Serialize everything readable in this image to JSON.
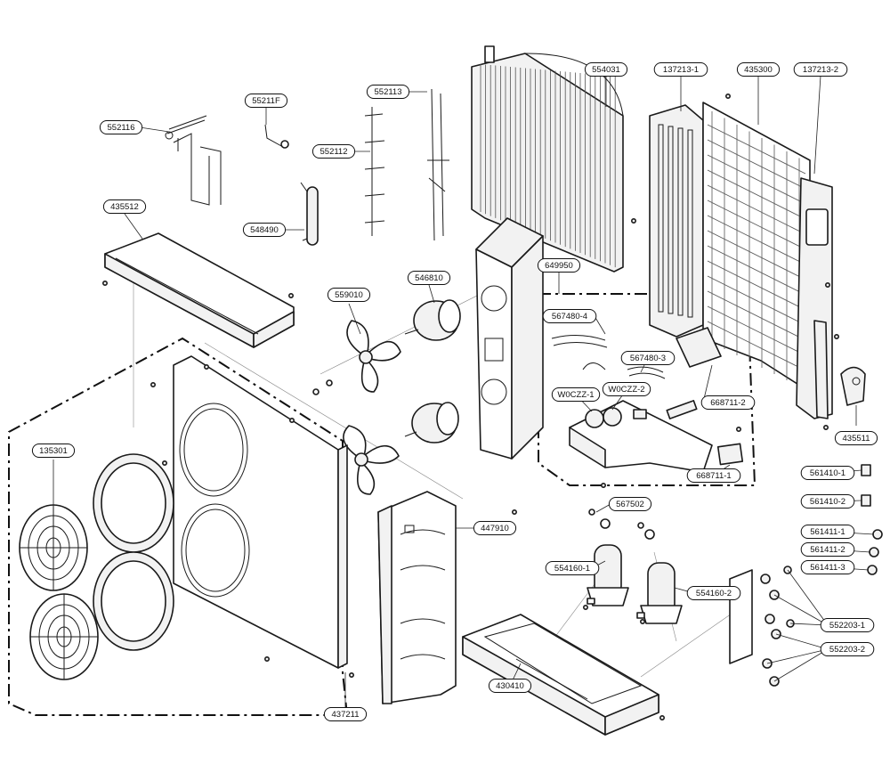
{
  "labels": {
    "l552116": "552116",
    "l55211F": "55211F",
    "l552113": "552113",
    "l552112": "552112",
    "l548490": "548490",
    "l554031": "554031",
    "l137213_1": "137213-1",
    "l435300": "435300",
    "l137213_2": "137213-2",
    "l435512": "435512",
    "l559010": "559010",
    "l546810": "546810",
    "l649950": "649950",
    "l567480_4": "567480-4",
    "l567480_3": "567480-3",
    "lW0CZZ_1": "W0CZZ-1",
    "lW0CZZ_2": "W0CZZ-2",
    "l668711_2": "668711-2",
    "l668711_1": "668711-1",
    "l435511": "435511",
    "l135301": "135301",
    "l447910": "447910",
    "l567502": "567502",
    "l554160_1": "554160-1",
    "l554160_2": "554160-2",
    "l561410_1": "561410-1",
    "l561410_2": "561410-2",
    "l561411_1": "561411-1",
    "l561411_2": "561411-2",
    "l561411_3": "561411-3",
    "l552203_1": "552203-1",
    "l552203_2": "552203-2",
    "l430410": "430410",
    "l437211": "437211"
  }
}
